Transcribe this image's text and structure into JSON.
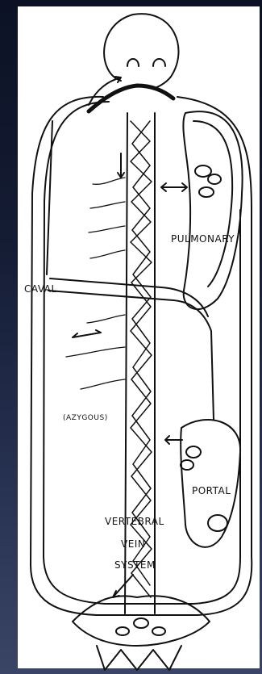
{
  "labels": {
    "caval": "CAVAL",
    "azygous": "(AZYGOUS)",
    "pulmonary": "PULMONARY",
    "portal": "PORTAL",
    "vertebral_line1": "VERTEBRAL",
    "vertebral_line2": "VEIN",
    "vertebral_line3": "SYSTEM"
  },
  "colors": {
    "ink": "#111111",
    "paper": "#ffffff",
    "background": "#141c34"
  }
}
